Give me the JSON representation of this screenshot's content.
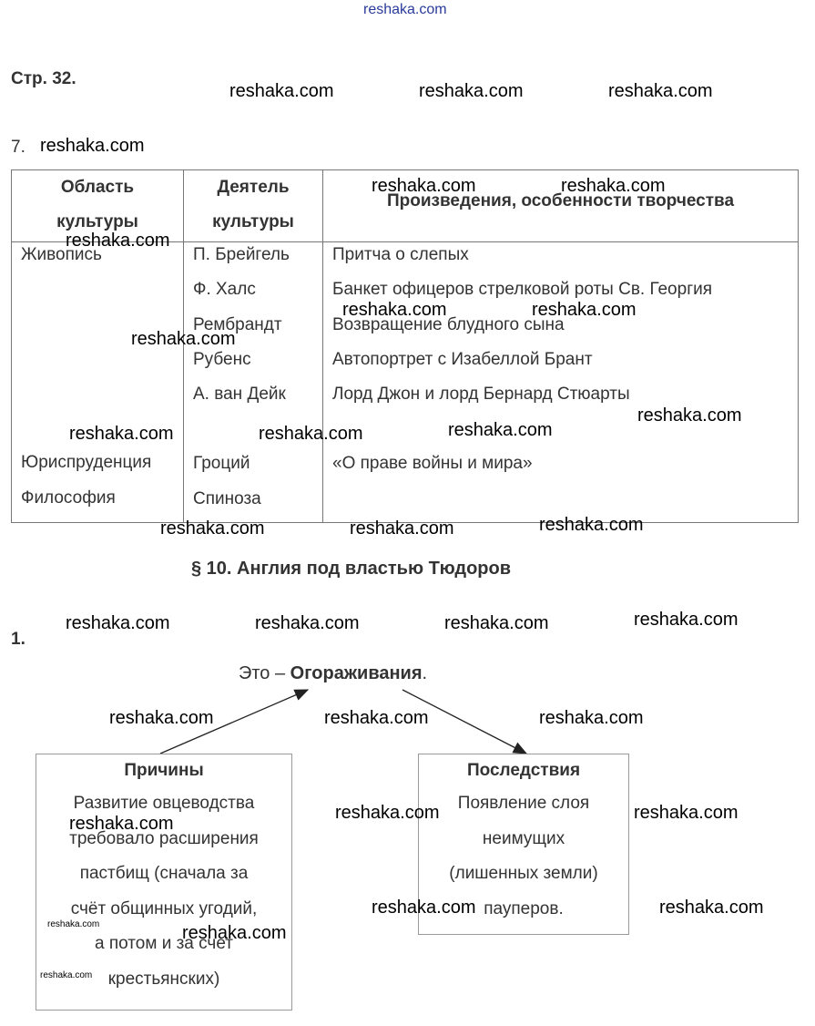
{
  "watermark": "reshaka.com",
  "page_ref": "Стр. 32.",
  "task7": {
    "number": "7.",
    "table": {
      "headers": [
        [
          "Область",
          "культуры"
        ],
        [
          "Деятель",
          "культуры"
        ],
        [
          "Произведения, особенности творчества"
        ]
      ],
      "areas": [
        "Живопись",
        "Юриспруденция",
        "Философия"
      ],
      "figures": [
        "П. Брейгель",
        "Ф. Халс",
        "Рембрандт",
        "Рубенс",
        "А. ван Дейк",
        "Гроций",
        "Спиноза"
      ],
      "works": [
        "Притча о слепых",
        "Банкет офицеров стрелковой роты Св. Георгия",
        "Возвращение блудного сына",
        "Автопортрет с Изабеллой Брант",
        "Лорд Джон и лорд Бернард Стюарты",
        "«О праве войны и мира»"
      ]
    }
  },
  "section_title": "§ 10. Англия под властью Тюдоров",
  "task1": {
    "number": "1.",
    "center": {
      "prefix": "Это – ",
      "term": "Огораживания",
      "suffix": "."
    },
    "causes": {
      "title": "Причины",
      "lines": [
        "Развитие овцеводства",
        "требовало расширения",
        "пастбищ (сначала за",
        "счёт общинных угодий,",
        "а потом и за счет",
        "крестьянских)"
      ]
    },
    "effects": {
      "title": "Последствия",
      "lines": [
        "Появление слоя",
        "неимущих",
        "(лишенных земли)",
        "пауперов."
      ]
    }
  }
}
